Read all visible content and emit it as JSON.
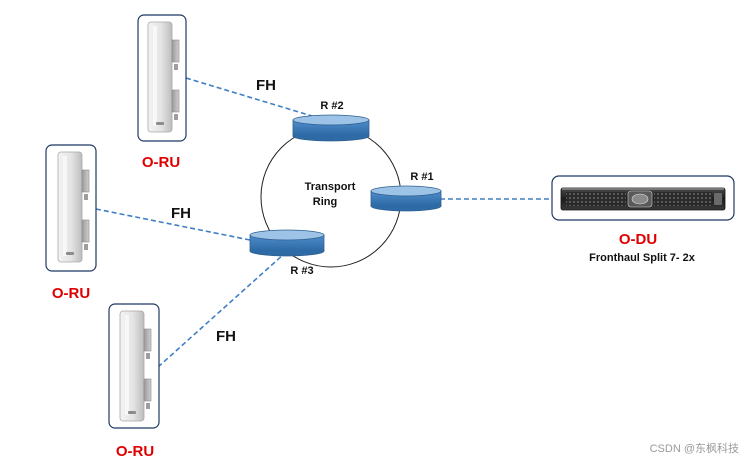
{
  "ring": {
    "label_line1": "Transport",
    "label_line2": "Ring"
  },
  "routers": [
    {
      "id": "r2",
      "label": "R #2"
    },
    {
      "id": "r1",
      "label": "R #1"
    },
    {
      "id": "r3",
      "label": "R #3"
    }
  ],
  "fronthaul_links": [
    {
      "label": "FH"
    },
    {
      "label": "FH"
    },
    {
      "label": "FH"
    }
  ],
  "radio_units": [
    {
      "label": "O-RU"
    },
    {
      "label": "O-RU"
    },
    {
      "label": "O-RU"
    }
  ],
  "distributed_unit": {
    "label": "O-DU",
    "subtitle": "Fronthaul Split 7- 2x"
  },
  "watermark": "CSDN @东枫科技",
  "colors": {
    "link": "#3f7fc4",
    "router_fill": "#5b9bd5",
    "router_top": "#9dc3e6",
    "label_red": "#e00000",
    "card_border": "#1f3864"
  }
}
